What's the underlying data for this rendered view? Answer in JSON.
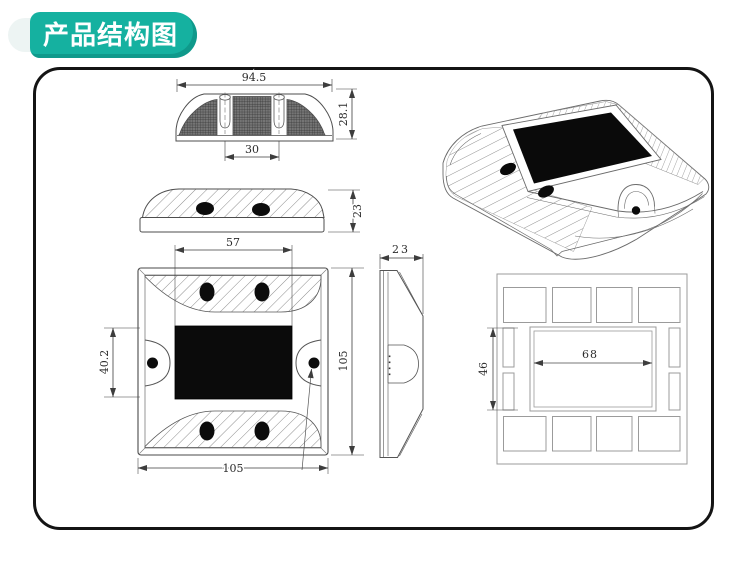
{
  "badge": {
    "title": "产品结构图",
    "bg_color": "#15b1a0",
    "text_color": "#ffffff"
  },
  "diagram": {
    "kind": "technical-drawing",
    "subject": "solar road stud product structure",
    "views": [
      "front",
      "side-elevation",
      "plan",
      "side-profile",
      "isometric",
      "bottom"
    ]
  },
  "dims": {
    "front_width": "94.5",
    "front_height": "28.1",
    "front_bolt_spacing": "30",
    "side_height": "23",
    "plan_solar_width": "57",
    "plan_solar_height": "40.2",
    "plan_height": "105",
    "plan_width": "105",
    "profile_thickness": "23",
    "bottom_recess_width": "68",
    "bottom_recess_height": "46"
  }
}
